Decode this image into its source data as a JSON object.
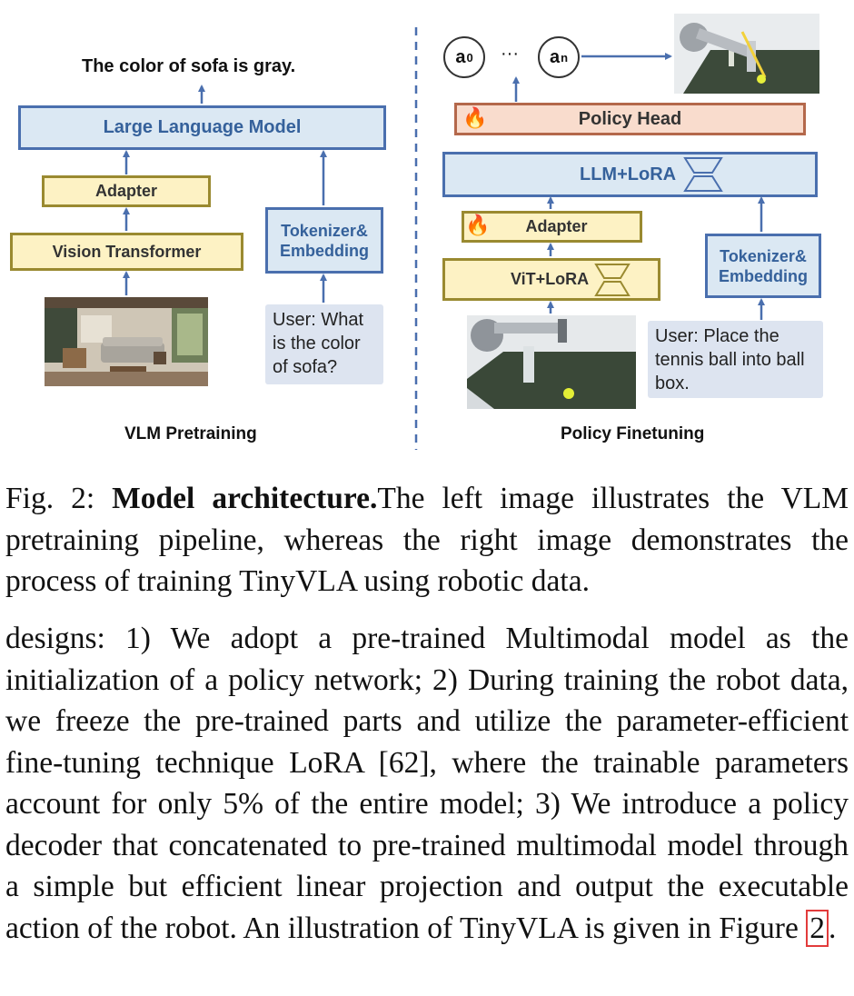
{
  "left": {
    "output_text": "The color of sofa is gray.",
    "llm_label": "Large Language Model",
    "adapter_label": "Adapter",
    "vision_label": "Vision Transformer",
    "tokenizer_label": "Tokenizer&\nEmbedding",
    "query_text": "User: What is the color of sofa?",
    "section_label": "VLM Pretraining"
  },
  "right": {
    "action_first": "a",
    "action_first_sup": "0",
    "ellipsis": "···",
    "action_last": "a",
    "action_last_sup": "n",
    "policy_head_label": "Policy Head",
    "llm_label": "LLM+LoRA",
    "adapter_label": "Adapter",
    "vit_label": "ViT+LoRA",
    "tokenizer_label": "Tokenizer&\nEmbedding",
    "query_text": "User: Place the tennis ball into ball box.",
    "section_label": "Policy Finetuning",
    "trainable_icon": "fire-icon"
  },
  "caption": {
    "prefix": "Fig. 2: ",
    "title": "Model architecture.",
    "text": "The left image illustrates the VLM pretraining pipeline, whereas the right image demonstrates the process of training TinyVLA using robotic data."
  },
  "body": {
    "text": "designs: 1) We adopt a pre-trained Multimodal model as the initialization of a policy network; 2) During training the robot data, we freeze the pre-trained parts and utilize the parameter-efficient fine-tuning technique LoRA [62], where the trainable parameters account for only 5% of the entire model; 3) We introduce a policy decoder that concatenated to pre-trained multimodal model through a simple but efficient linear projection and output the executable action of the robot. An illustration of TinyVLA is given in Figure ",
    "figure_ref": "2",
    "end": "."
  },
  "colors": {
    "blue_fill": "#dbe8f3",
    "blue_border": "#4a6fae",
    "yellow_fill": "#fdf2c4",
    "yellow_border": "#9a8a30",
    "orange_fill": "#f9dccd",
    "orange_border": "#b4684b",
    "ref_border": "#e23b3b"
  }
}
